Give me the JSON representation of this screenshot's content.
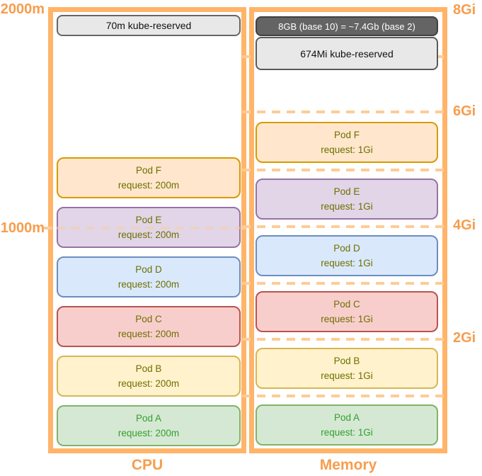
{
  "diagram": {
    "cpu": {
      "column_label": "CPU",
      "top_scale_label": "2000m",
      "mid_scale_label": "1000m",
      "reserved_label": "70m kube-reserved",
      "pods": [
        {
          "name": "Pod F",
          "request": "request: 200m"
        },
        {
          "name": "Pod E",
          "request": "request: 200m"
        },
        {
          "name": "Pod D",
          "request": "request: 200m"
        },
        {
          "name": "Pod C",
          "request": "request: 200m"
        },
        {
          "name": "Pod B",
          "request": "request: 200m"
        },
        {
          "name": "Pod A",
          "request": "request: 200m"
        }
      ]
    },
    "memory": {
      "column_label": "Memory",
      "conversion_label": "8GB (base 10) = ~7.4Gb (base 2)",
      "reserved_label": "674Mi kube-reserved",
      "scale_labels": [
        "8Gi",
        "6Gi",
        "4Gi",
        "2Gi"
      ],
      "pods": [
        {
          "name": "Pod F",
          "request": "request: 1Gi"
        },
        {
          "name": "Pod E",
          "request": "request: 1Gi"
        },
        {
          "name": "Pod D",
          "request": "request: 1Gi"
        },
        {
          "name": "Pod C",
          "request": "request: 1Gi"
        },
        {
          "name": "Pod B",
          "request": "request: 1Gi"
        },
        {
          "name": "Pod A",
          "request": "request: 1Gi"
        }
      ]
    },
    "colors": {
      "axis_label_orange": "#F79D4D",
      "column_border_orange": "#FFB469",
      "dashed_line_orange": "#FFCB96",
      "pod_text_olive": "#6F6F00",
      "pod_a_text_green": "#33A02C",
      "pod_f_fill": "#FFE6CC",
      "pod_f_border": "#D79B00",
      "pod_e_fill": "#E1D5E7",
      "pod_e_border": "#9673A6",
      "pod_d_fill": "#DAE8FC",
      "pod_d_border": "#6C8EBF",
      "pod_c_fill": "#F8CECC",
      "pod_c_border": "#B85450",
      "pod_b_fill": "#FFF2CC",
      "pod_b_border": "#D6B656",
      "pod_a_fill": "#D5E8D4",
      "pod_a_border": "#82B366",
      "reserved_box_fill": "#E8E8E8",
      "reserved_box_border": "#666666",
      "conversion_box_fill": "#646464",
      "conversion_box_text": "#FFFFFF"
    }
  }
}
